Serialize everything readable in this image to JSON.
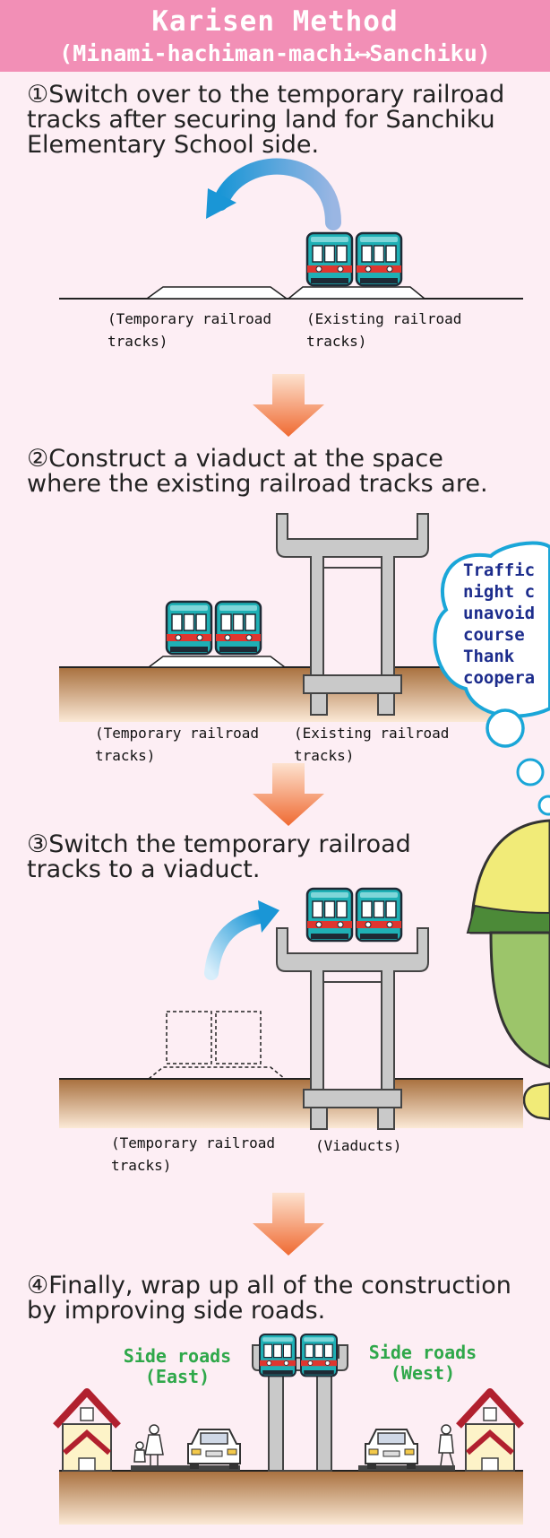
{
  "header": {
    "title": "Karisen Method",
    "subtitle": "(Minami-hachiman-machi⟷Sanchiku)"
  },
  "steps": [
    {
      "text": "①Switch over to the temporary railroad\n  tracks after securing land for Sanchiku\n  Elementary School side.",
      "labels": [
        "(Temporary railroad\n            tracks)",
        "(Existing railroad\n              tracks)"
      ]
    },
    {
      "text": "②Construct a viaduct at the space\n  where the existing railroad tracks are.",
      "labels": [
        "(Temporary railroad\n            tracks)",
        "(Existing railroad\n              tracks)"
      ]
    },
    {
      "text": "③Switch the temporary railroad\n  tracks to a viaduct.",
      "labels": [
        "(Temporary railroad\n            tracks)",
        "(Viaducts)"
      ]
    },
    {
      "text": "④Finally, wrap up all of the construction\n  by improving side roads.",
      "labels": [
        "Side roads\n(East)",
        "Side roads\n(West)"
      ]
    }
  ],
  "bubble": {
    "text": "Traffic\nnight c\nunavoid\ncourse\nThank\ncoopera"
  },
  "colors": {
    "header": "#f28fb6",
    "background": "#fdeef4",
    "train_body": "#1fb0b5",
    "train_stripe": "#e0362f",
    "viaduct": "#c9c9c9",
    "ground": "#b07a4a",
    "arrow": "#f27a45",
    "side_road_label": "#2fa84a",
    "bubble_text": "#1c2c8c"
  }
}
